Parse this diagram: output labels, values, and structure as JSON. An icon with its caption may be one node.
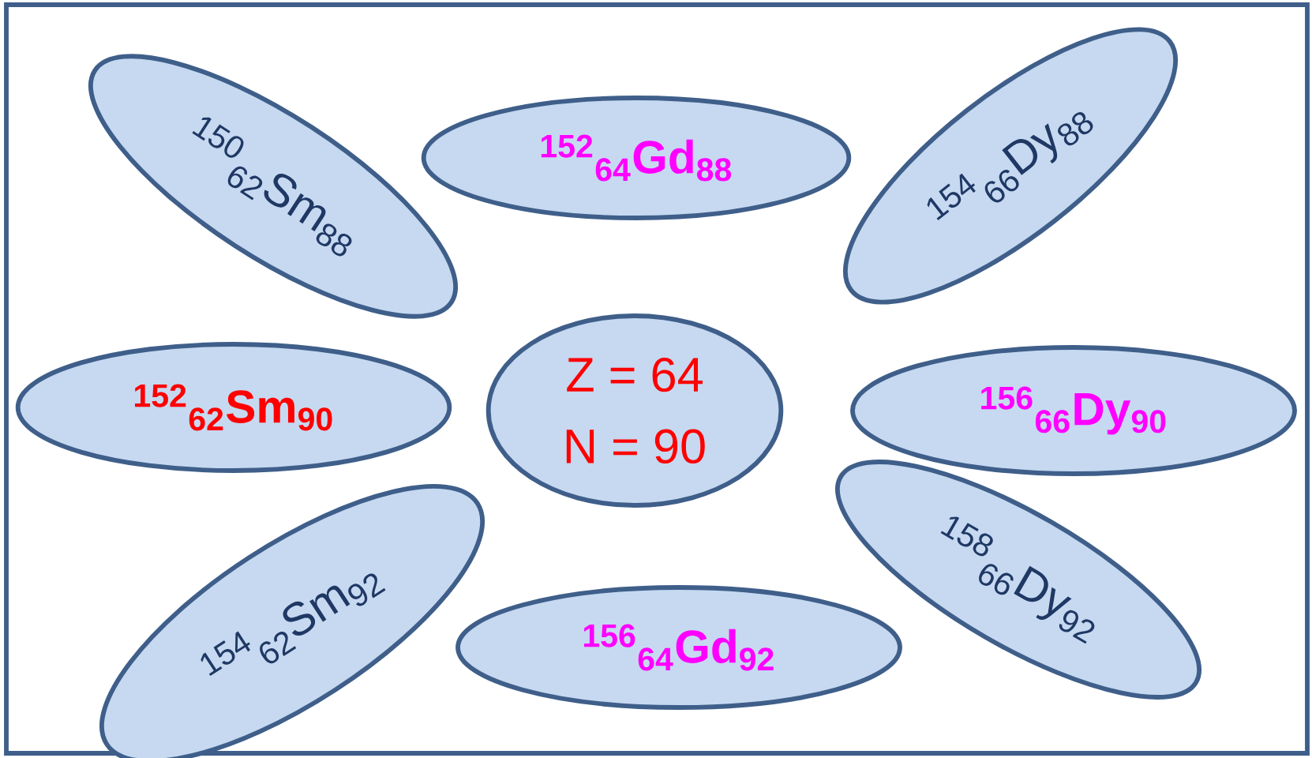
{
  "diagram": {
    "nodes": [
      {
        "text": [
          "$^{150}$$_{62}$Sm$_{88}$"
        ]
      },
      {
        "text": [
          "$^{152}$$_{64}$Gd$_{88}$"
        ]
      },
      {
        "text": [
          "$^{154}$$_{66}$Dy$_{88}$"
        ]
      },
      {
        "text": [
          "$^{152}$$_{62}$Sm$_{90}$"
        ]
      },
      {
        "text": [
          "Z = 64 N = 90"
        ]
      },
      {
        "text": [
          "$^{156}$$_{66}$Dy$_{90}$"
        ]
      },
      {
        "text": [
          "$^{154}$$_{62}$Sm$_{92}$"
        ]
      },
      {
        "text": [
          "$^{156}$$_{64}$Gd$_{92}$"
        ]
      },
      {
        "text": [
          "$^{158}$$_{66}$Dy$_{92}$"
        ]
      }
    ]
  }
}
